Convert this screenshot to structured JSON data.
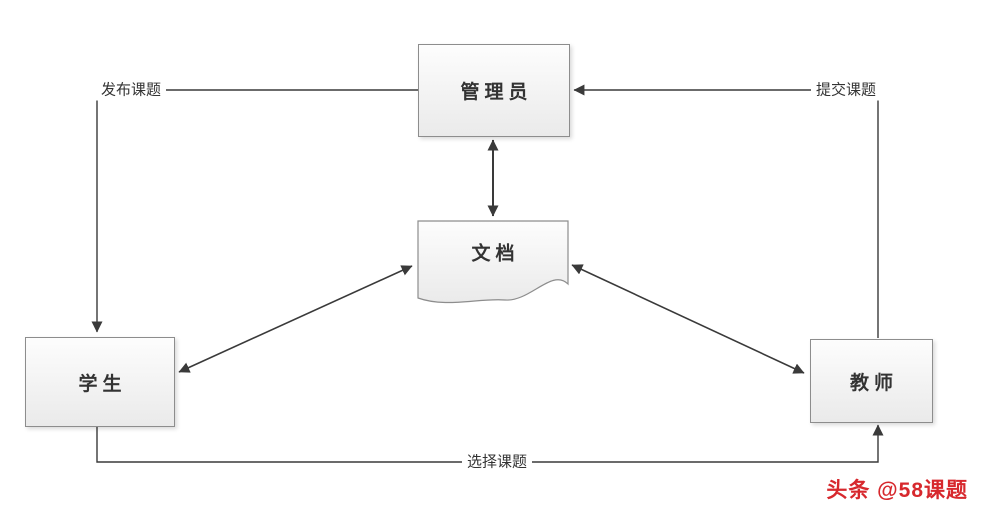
{
  "diagram": {
    "nodes": {
      "admin": {
        "label": "管理员"
      },
      "document": {
        "label": "文档"
      },
      "student": {
        "label": "学生"
      },
      "teacher": {
        "label": "教师"
      }
    },
    "edges": [
      {
        "from": "管理员",
        "to": "学生",
        "label": "发布课题",
        "direction": "one-way"
      },
      {
        "from": "教师",
        "to": "管理员",
        "label": "提交课题",
        "direction": "one-way"
      },
      {
        "from": "学生",
        "to": "教师",
        "label": "选择课题",
        "direction": "one-way"
      },
      {
        "from": "管理员",
        "to": "文档",
        "label": "",
        "direction": "two-way"
      },
      {
        "from": "学生",
        "to": "文档",
        "label": "",
        "direction": "two-way"
      },
      {
        "from": "文档",
        "to": "教师",
        "label": "",
        "direction": "two-way"
      }
    ],
    "watermark": "头条 @58课题",
    "colors": {
      "line": "#3a3a3a",
      "box_border": "#8d8d8d",
      "box_fill_start": "#fdfdfd",
      "box_fill_end": "#eaeaea",
      "label_text": "#333333",
      "watermark_red": "#d7282d"
    }
  }
}
